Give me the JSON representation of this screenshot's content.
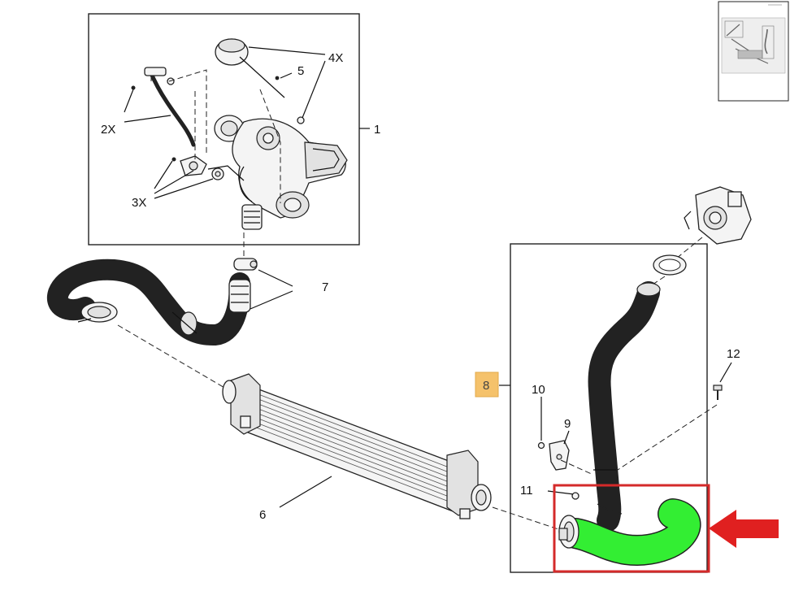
{
  "callouts": {
    "c1": "1",
    "c2x": "2X",
    "c3x": "3X",
    "c4x": "4X",
    "c5": "5",
    "c6": "6",
    "c7": "7",
    "c8": "8",
    "c9": "9",
    "c10": "10",
    "c11": "11",
    "c12": "12"
  },
  "colors": {
    "highlight_hose": "#33ee33",
    "highlight_box": "#d42a2a",
    "arrow": "#e02020",
    "callout8_bg": "#f5c26b"
  },
  "icons": {
    "pointer": "red-arrow-left-icon"
  }
}
